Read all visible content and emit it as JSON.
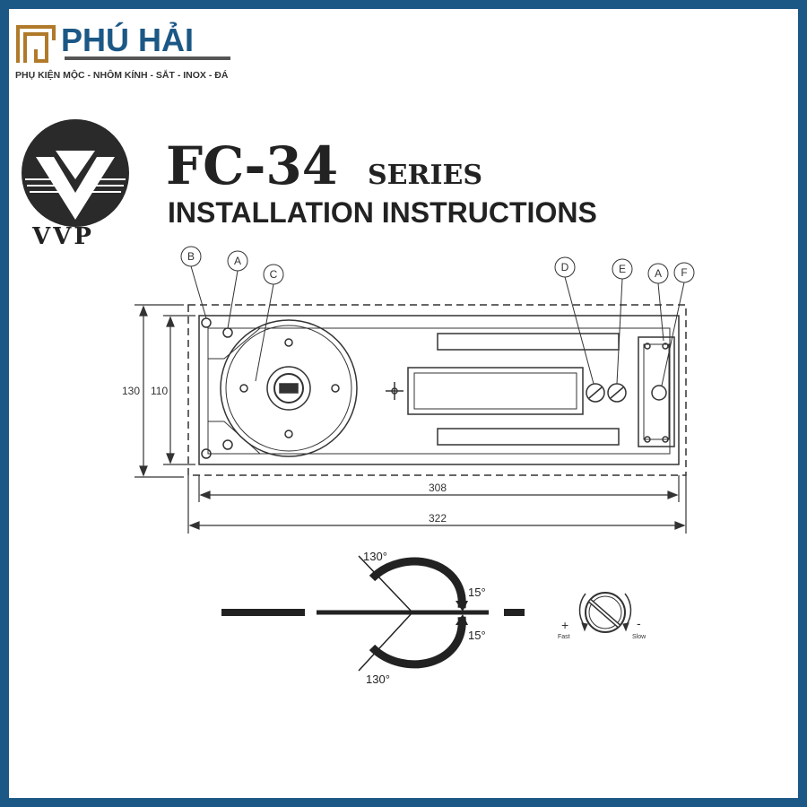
{
  "brand": {
    "name": "PHÚ HẢI",
    "tagline": "PHỤ KIỆN MỘC - NHÔM KÍNH - SẮT - INOX - ĐÁ",
    "color_blue": "#1b5886",
    "color_gold": "#b07a2a"
  },
  "manufacturer_logo": {
    "text": "VVP"
  },
  "title": {
    "model": "FC-34",
    "series": "SERIES",
    "subtitle": "INSTALLATION INSTRUCTIONS"
  },
  "diagram": {
    "callouts": [
      "B",
      "A",
      "C",
      "D",
      "E",
      "A",
      "F"
    ],
    "dimensions": {
      "outer_height": "130",
      "inner_height": "110",
      "inner_length": "308",
      "outer_length": "322"
    },
    "angles": {
      "open_top": "130°",
      "stop_top": "15°",
      "stop_bottom": "15°",
      "open_bottom": "130°"
    },
    "speed_adjust": {
      "plus": "+",
      "minus": "-",
      "fast": "Fast",
      "slow": "Slow"
    }
  }
}
